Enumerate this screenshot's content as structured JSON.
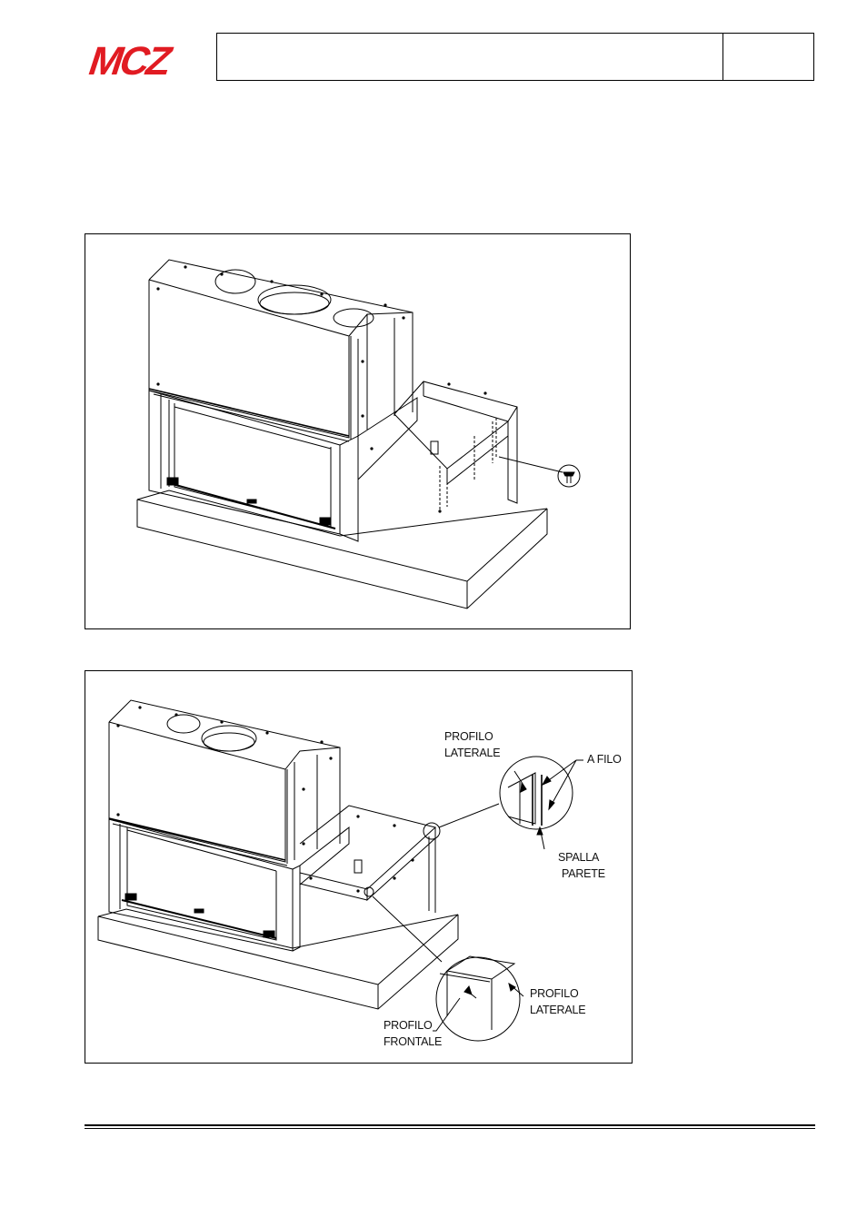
{
  "brand": {
    "logo_text": "MCZ",
    "color": "#e11b22"
  },
  "header": {
    "title": "",
    "page": ""
  },
  "figure_top": {},
  "figure_bottom": {
    "labels": {
      "profilo_laterale_top": [
        "PROFILO",
        "LATERALE"
      ],
      "a_filo": "A FILO",
      "spalla_parete": [
        "SPALLA",
        "PARETE"
      ],
      "profilo_laterale_bottom": [
        "PROFILO",
        "LATERALE"
      ],
      "profilo_frontale": [
        "PROFILO",
        "FRONTALE"
      ]
    }
  },
  "icons": [
    "screw-icon"
  ]
}
